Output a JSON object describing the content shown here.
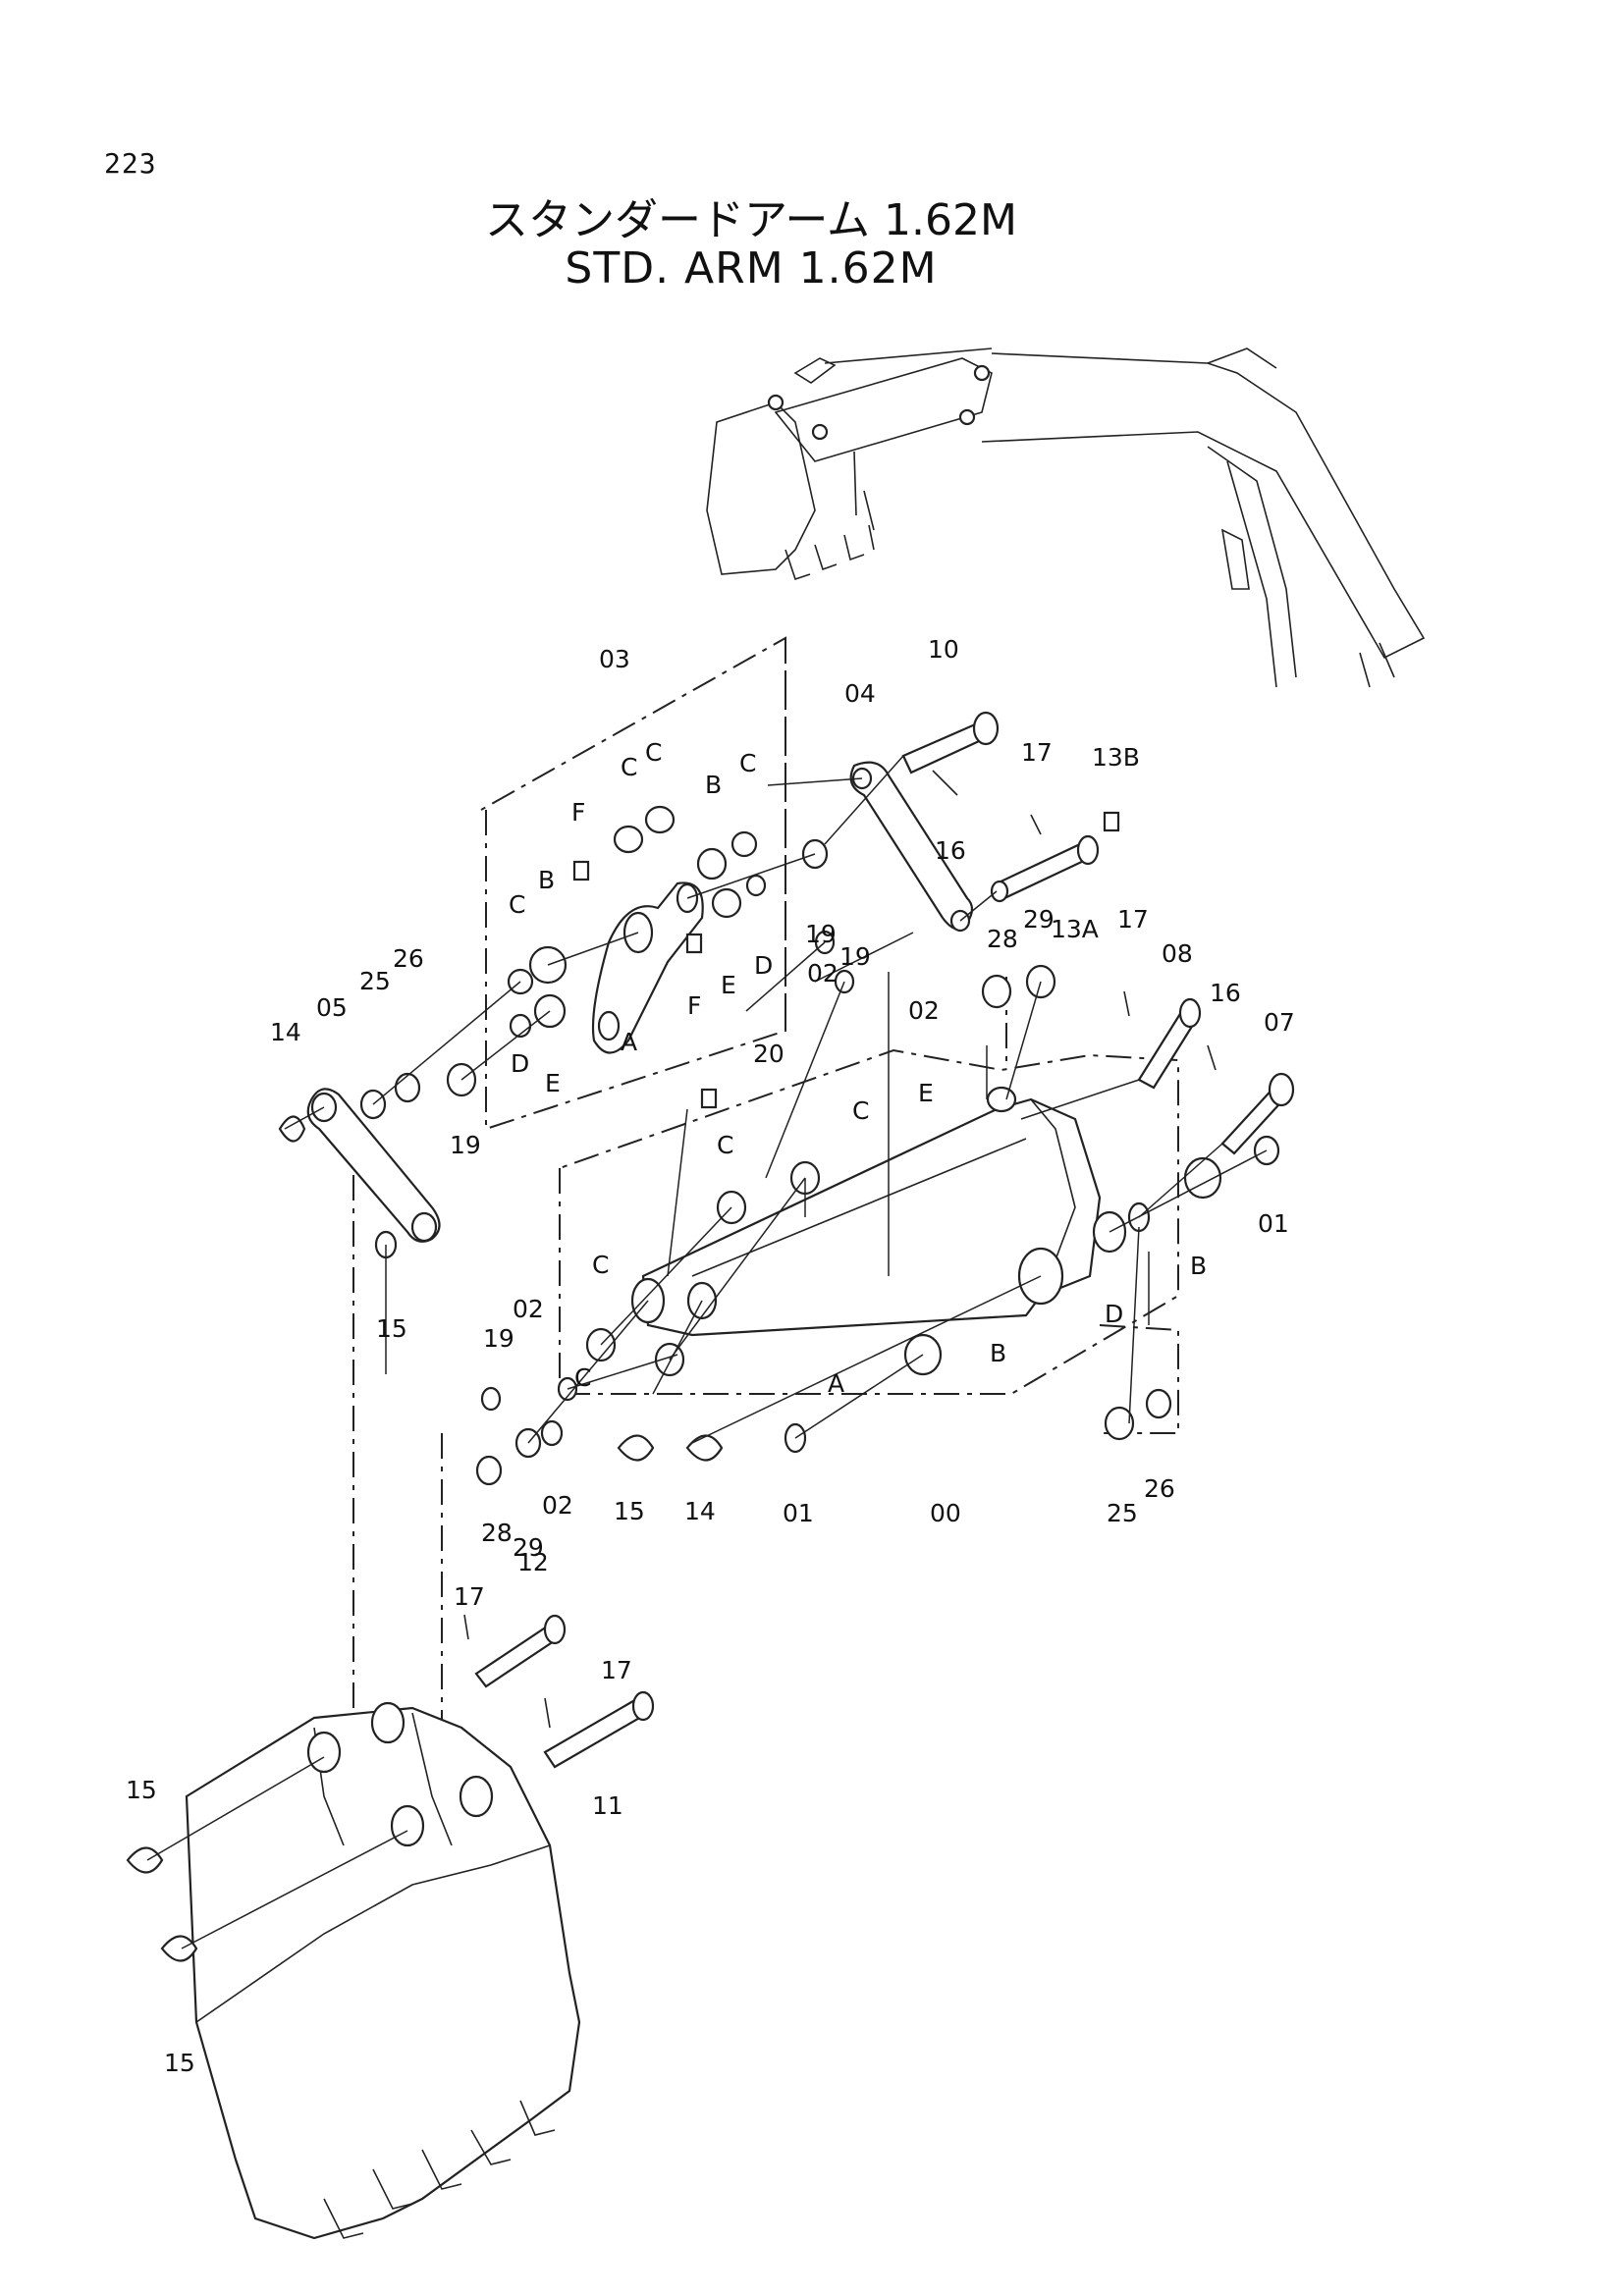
{
  "page_number": "223",
  "title_jp": "スタンダードアーム 1.62M",
  "title_en": "STD. ARM  1.62M",
  "labels": {
    "L03": "03",
    "L10": "10",
    "L04": "04",
    "L17a": "17",
    "L13B": "13B",
    "L16a": "16",
    "L13A": "13A",
    "LCa": "C",
    "LCb": "C",
    "LB1": "B",
    "LCc": "C",
    "LF1": "F",
    "LC1": "C",
    "LB2": "B",
    "L19a": "19",
    "LDa": "D",
    "LEa": "E",
    "LF2": "F",
    "LA1": "A",
    "L25a": "25",
    "L26a": "26",
    "L05": "05",
    "L14a": "14",
    "LD1": "D",
    "LE1": "E",
    "L19b": "19",
    "L02a": "02",
    "L19c": "19",
    "L02b": "02",
    "L28a": "28",
    "L29a": "29",
    "L17b": "17",
    "L08": "08",
    "L16b": "16",
    "L07": "07",
    "L20": "20",
    "LE2": "E",
    "LC2": "C",
    "LC3": "C",
    "L01a": "01",
    "LB3": "B",
    "LD2": "D",
    "L15a": "15",
    "LC4": "C",
    "L02c": "02",
    "L19d": "19",
    "LC5": "C",
    "LA2": "A",
    "LB4": "B",
    "L28b": "28",
    "L29b": "29",
    "L02d": "02",
    "L15b": "15",
    "L14b": "14",
    "L01b": "01",
    "L00": "00",
    "L25b": "25",
    "L26b": "26",
    "L17c": "17",
    "L12": "12",
    "L17d": "17",
    "L11": "11",
    "L15c": "15",
    "L15d": "15"
  }
}
